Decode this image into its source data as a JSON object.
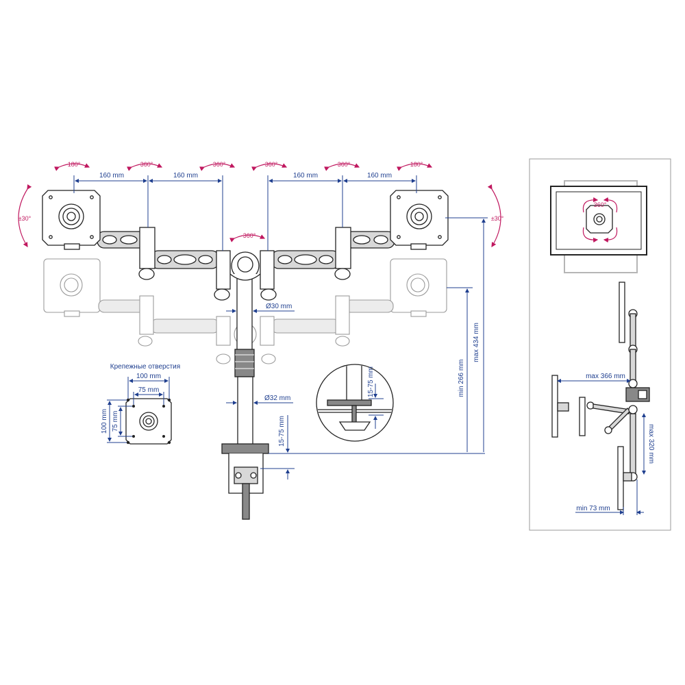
{
  "top": {
    "rot_left_180": "180°",
    "rot_left_360a": "360°",
    "rot_left_360b": "360°",
    "rot_center_360": "360°",
    "rot_right_360a": "360°",
    "rot_right_360b": "360°",
    "rot_right_180": "180°",
    "tilt_left": "±30°",
    "tilt_right": "±30°",
    "span_1": "160 mm",
    "span_2": "160 mm",
    "span_3": "160 mm",
    "span_4": "160 mm"
  },
  "pole": {
    "dia_upper": "Ø30 mm",
    "dia_lower": "Ø32 mm",
    "clamp_range": "15-75 mm",
    "min_height": "min 266 mm",
    "max_height": "max 434 mm"
  },
  "detail": {
    "clamp_range": "15-75 mm"
  },
  "vesa": {
    "title": "Крепежные отверстия",
    "h_100": "100 mm",
    "h_75": "75 mm",
    "v_100": "100 mm",
    "v_75": "75 mm"
  },
  "side": {
    "rot_360": "360°",
    "max_reach": "max 366 mm",
    "max_drop": "max 320 mm",
    "min_depth": "min 73 mm"
  }
}
